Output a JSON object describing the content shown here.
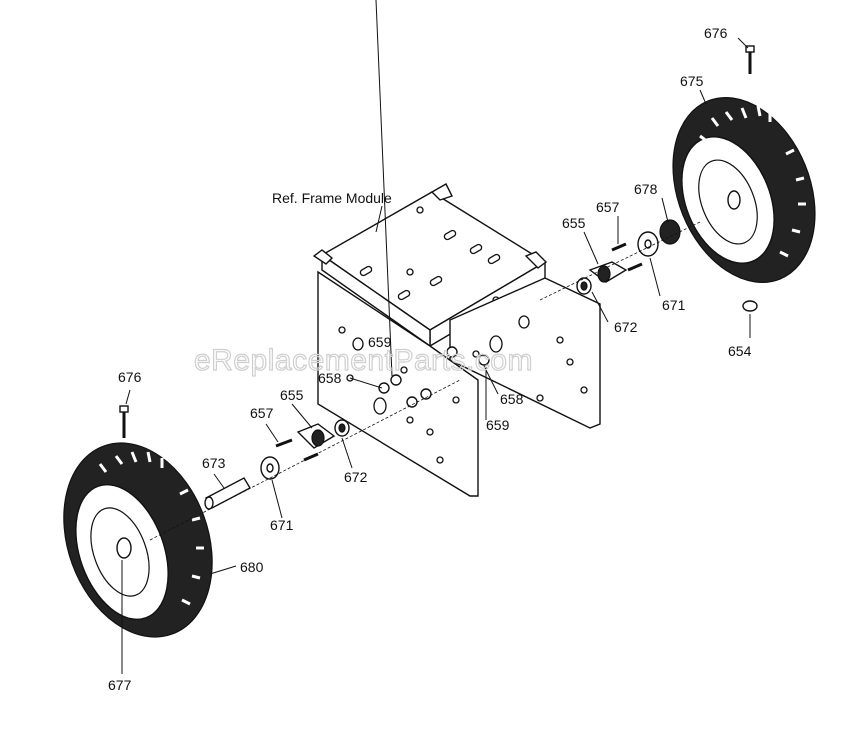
{
  "watermark": "eReplacementParts.com",
  "frame_label": "Ref. Frame Module",
  "callouts": {
    "c676_top": "676",
    "c675": "675",
    "c678": "678",
    "c657_right": "657",
    "c655_right": "655",
    "c672_right": "672",
    "c671_right": "671",
    "c654": "654",
    "c659_upper": "659",
    "c658_left": "658",
    "c658_right": "658",
    "c659_lower": "659",
    "c676_left": "676",
    "c657_left": "657",
    "c655_left": "655",
    "c672_left": "672",
    "c673": "673",
    "c671_left": "671",
    "c680": "680",
    "c677": "677"
  }
}
